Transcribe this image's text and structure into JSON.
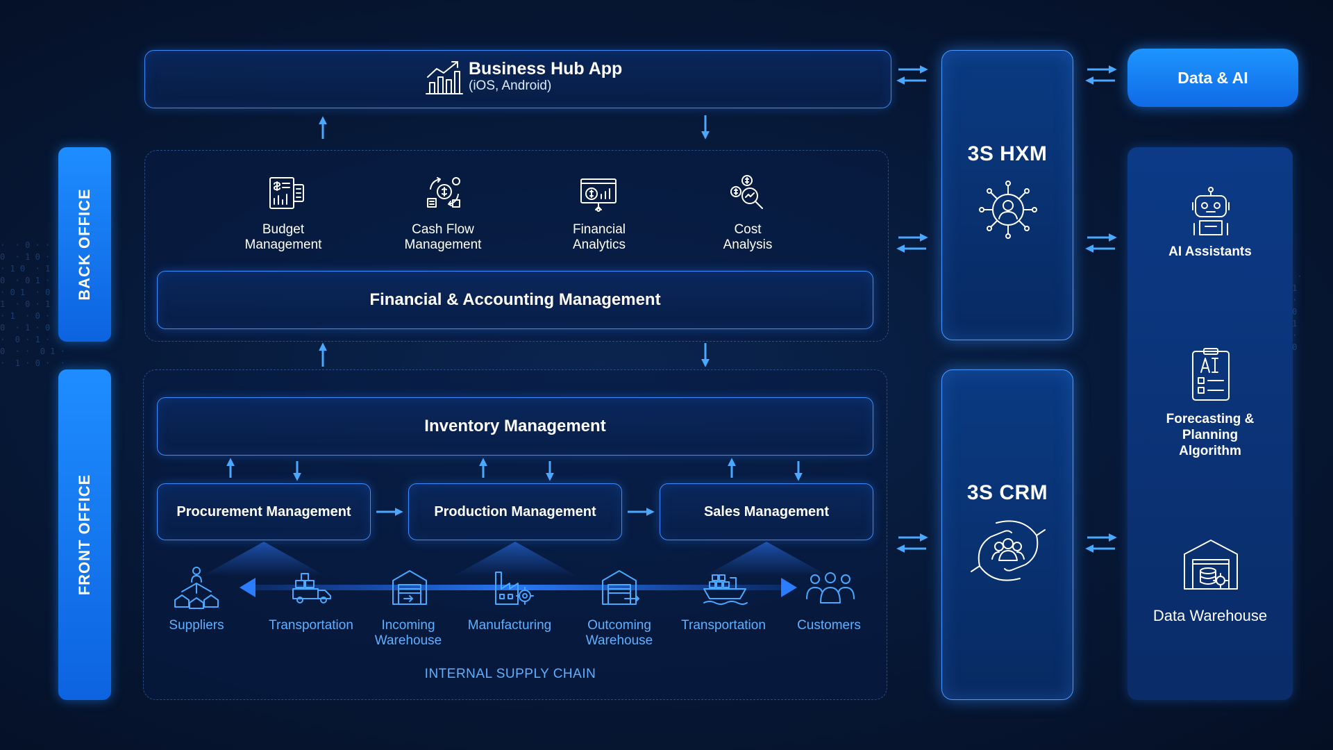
{
  "top_app": {
    "title": "Business Hub App",
    "subtitle": "(iOS, Android)",
    "icon": "growth-chart-icon"
  },
  "side_tabs": {
    "back_office": "BACK OFFICE",
    "front_office": "FRONT OFFICE"
  },
  "back_office": {
    "modules": [
      {
        "label": "Budget\nManagement",
        "icon": "budget-document-icon"
      },
      {
        "label": "Cash Flow\nManagement",
        "icon": "cash-flow-icon"
      },
      {
        "label": "Financial\nAnalytics",
        "icon": "analytics-board-icon"
      },
      {
        "label": "Cost\nAnalysis",
        "icon": "cost-search-icon"
      }
    ],
    "main": "Financial & Accounting Management"
  },
  "front_office": {
    "inventory": "Inventory Management",
    "stages": [
      "Procurement Management",
      "Production Management",
      "Sales Management"
    ],
    "chain": [
      {
        "label": "Suppliers",
        "icon": "suppliers-icon"
      },
      {
        "label": "Transportation",
        "icon": "truck-icon"
      },
      {
        "label": "Incoming\nWarehouse",
        "icon": "warehouse-in-icon"
      },
      {
        "label": "Manufacturing",
        "icon": "factory-icon"
      },
      {
        "label": "Outcoming\nWarehouse",
        "icon": "warehouse-out-icon"
      },
      {
        "label": "Transportation",
        "icon": "ship-icon"
      },
      {
        "label": "Customers",
        "icon": "customers-icon"
      }
    ],
    "chain_title": "INTERNAL SUPPLY CHAIN"
  },
  "hxm": {
    "title": "3S HXM",
    "icon": "network-person-icon"
  },
  "crm": {
    "title": "3S CRM",
    "icon": "hand-group-icon"
  },
  "data_ai": {
    "header": "Data & AI",
    "items": [
      {
        "label": "AI Assistants",
        "icon": "robot-icon"
      },
      {
        "label": "Forecasting &\nPlanning\nAlgorithm",
        "icon": "ai-document-icon"
      },
      {
        "label": "Data Warehouse",
        "icon": "data-warehouse-icon"
      }
    ]
  },
  "colors": {
    "accent": "#1e8dff",
    "chain_text": "#5fb0ff",
    "background": "#071a3a"
  }
}
